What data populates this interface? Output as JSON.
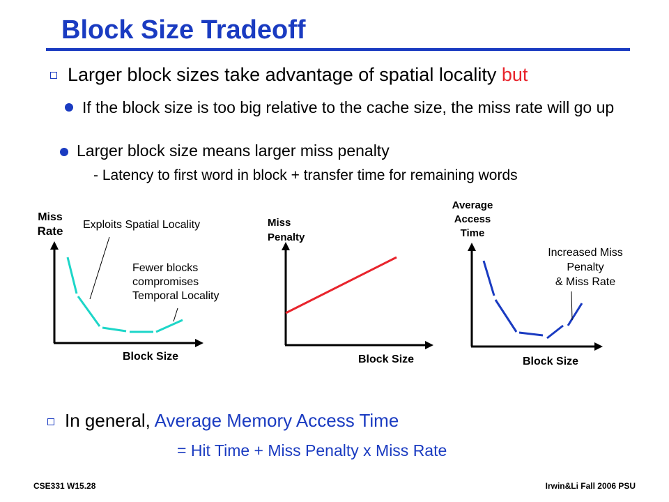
{
  "title": "Block Size Tradeoff",
  "bullet1": {
    "text": "Larger block sizes take advantage of spatial locality ",
    "emph": "but"
  },
  "sub1": "If the block size is too big relative to the cache size, the miss rate will go up",
  "sub2": "Larger block size means larger miss penalty",
  "subsub": "-  Latency to first word in block + transfer time for remaining words",
  "chart_data": [
    {
      "type": "line",
      "ylabel": "Miss Rate",
      "xlabel": "Block Size",
      "annotations": [
        "Exploits Spatial Locality",
        "Fewer blocks compromises Temporal Locality"
      ],
      "color": "#1dd6c8",
      "trend": "decreases steeply, flattens, then rises"
    },
    {
      "type": "line",
      "ylabel": "Miss Penalty",
      "xlabel": "Block Size",
      "color": "#e8242c",
      "trend": "increases linearly"
    },
    {
      "type": "line",
      "ylabel": "Average Access Time",
      "xlabel": "Block Size",
      "annotations": [
        "Increased Miss Penalty & Miss Rate"
      ],
      "color": "#1a3bc1",
      "trend": "decreases, bottoms out, then rises"
    }
  ],
  "labels": {
    "c1_y_line1": "Miss",
    "c1_y_line2": "Rate",
    "c1_note1": "Exploits Spatial Locality",
    "c1_note2_l1": "Fewer blocks",
    "c1_note2_l2": "compromises",
    "c1_note2_l3": "Temporal Locality",
    "c1_x": "Block Size",
    "c2_y_line1": "Miss",
    "c2_y_line2": "Penalty",
    "c2_x": "Block Size",
    "c3_y_line1": "Average",
    "c3_y_line2": "Access",
    "c3_y_line3": "Time",
    "c3_note_l1": "Increased Miss",
    "c3_note_l2": "Penalty",
    "c3_note_l3": "& Miss Rate",
    "c3_x": "Block Size"
  },
  "general": {
    "lead": "In general, ",
    "emph": "Average  Memory Access Time"
  },
  "formula": "= Hit Time  +   Miss Penalty x Miss Rate",
  "footer": {
    "left": "CSE331  W15.28",
    "right": "Irwin&Li Fall 2006 PSU"
  }
}
